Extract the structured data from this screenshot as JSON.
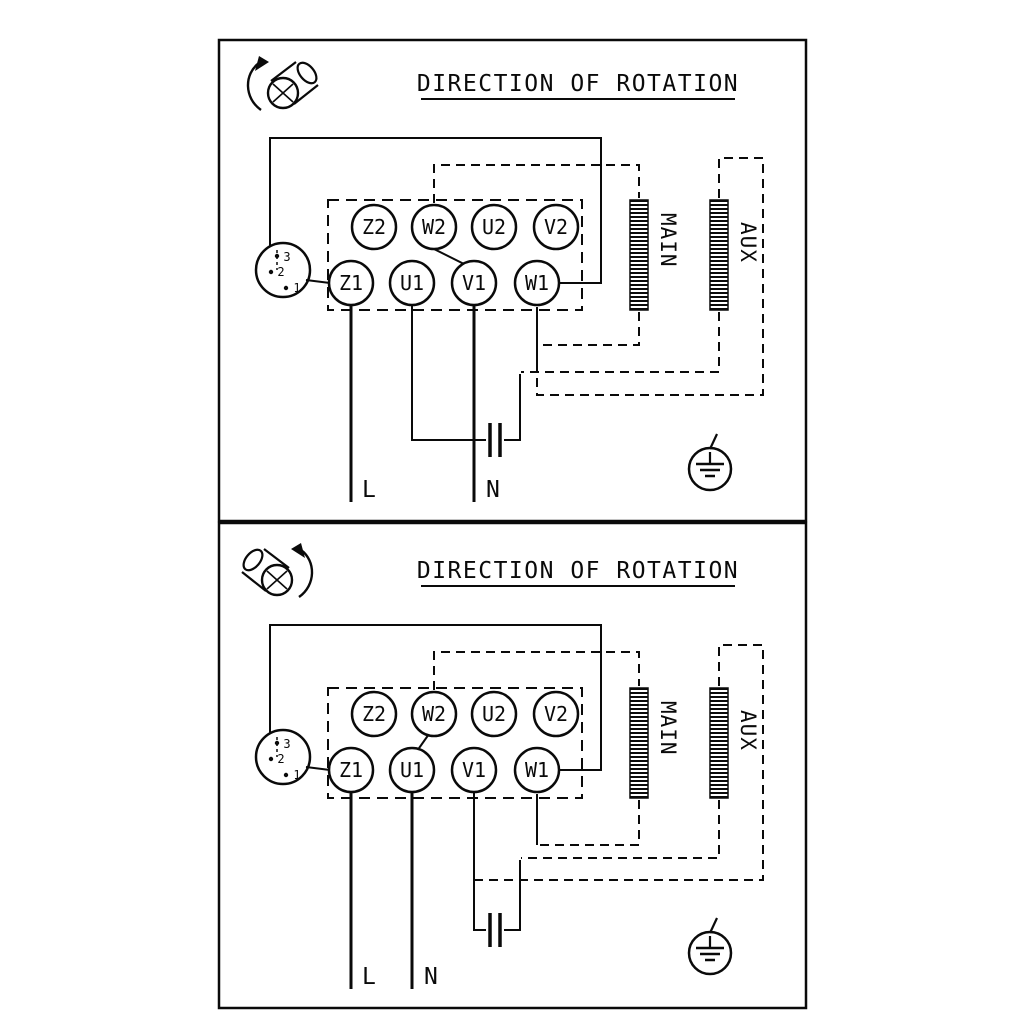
{
  "colors": {
    "ink": "#0a0a0a",
    "background": "#ffffff"
  },
  "panels": [
    {
      "title": "DIRECTION OF ROTATION",
      "terminals_top": [
        "Z2",
        "W2",
        "U2",
        "V2"
      ],
      "terminals_bottom": [
        "Z1",
        "U1",
        "V1",
        "W1"
      ],
      "selector": {
        "positions": [
          "3",
          "2",
          "1"
        ]
      },
      "windings": {
        "main": "MAIN",
        "aux": "AUX"
      },
      "supply": {
        "line": "L",
        "neutral": "N"
      }
    },
    {
      "title": "DIRECTION OF ROTATION",
      "terminals_top": [
        "Z2",
        "W2",
        "U2",
        "V2"
      ],
      "terminals_bottom": [
        "Z1",
        "U1",
        "V1",
        "W1"
      ],
      "selector": {
        "positions": [
          "3",
          "2",
          "1"
        ]
      },
      "windings": {
        "main": "MAIN",
        "aux": "AUX"
      },
      "supply": {
        "line": "L",
        "neutral": "N"
      }
    }
  ]
}
